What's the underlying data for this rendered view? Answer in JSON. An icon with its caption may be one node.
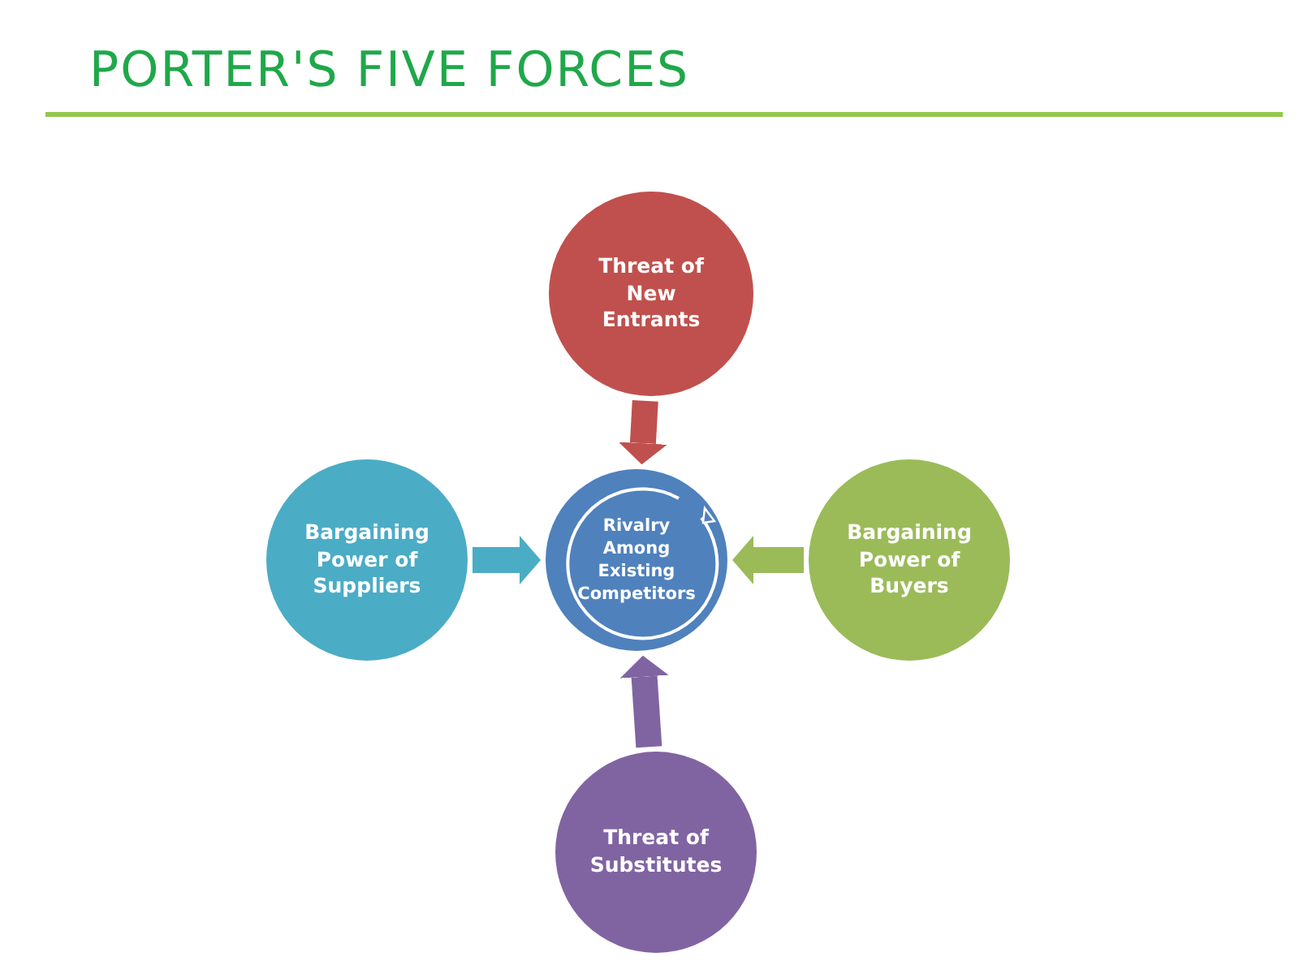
{
  "diagram": {
    "title": "PORTER'S FIVE FORCES",
    "nodes": [
      {
        "text": [
          "Threat of New Entrants"
        ]
      },
      {
        "text": [
          "Bargaining Power of Suppliers"
        ]
      },
      {
        "text": [
          "Rivalry Among Existing Competitors"
        ]
      },
      {
        "text": [
          "Bargaining Power of Buyers"
        ]
      },
      {
        "text": [
          "Threat of Substitutes"
        ]
      }
    ],
    "edges": [
      {
        "from": 0,
        "to": 2,
        "arrow": "to",
        "color": "#c0504d"
      },
      {
        "from": 1,
        "to": 2,
        "arrow": "to",
        "color": "#4bacc6"
      },
      {
        "from": 3,
        "to": 2,
        "arrow": "to",
        "color": "#9bbb59"
      },
      {
        "from": 4,
        "to": 2,
        "arrow": "to",
        "color": "#8064a2"
      }
    ]
  }
}
